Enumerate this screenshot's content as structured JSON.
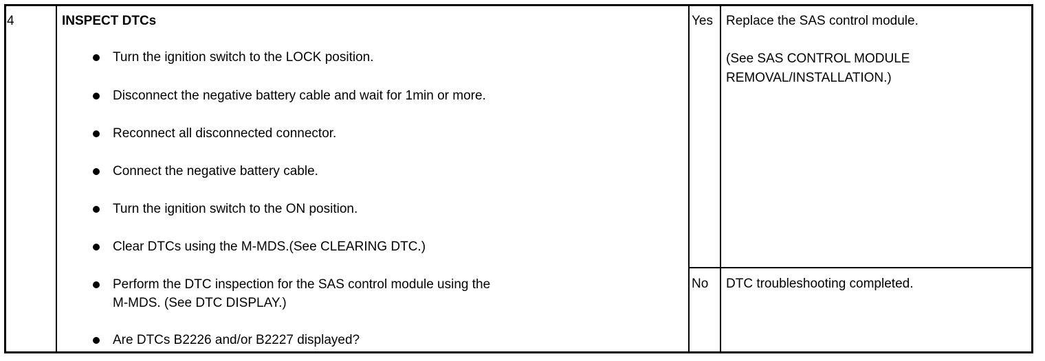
{
  "step": {
    "number": "4",
    "title": "INSPECT DTCs",
    "items": [
      "Turn the ignition switch to the LOCK position.",
      "Disconnect the negative battery cable and wait for 1min or more.",
      "Reconnect all disconnected connector.",
      "Connect the negative battery cable.",
      "Turn the ignition switch to the ON position.",
      "Clear DTCs using the M-MDS.(See CLEARING DTC.)",
      [
        "Perform the DTC inspection for the SAS control module using the",
        "M-MDS. (See DTC DISPLAY.)"
      ],
      "Are DTCs B2226 and/or B2227 displayed?"
    ]
  },
  "results": {
    "yes": {
      "label": "Yes",
      "action": "Replace the SAS control module.",
      "reference": [
        "(See SAS CONTROL MODULE",
        "REMOVAL/INSTALLATION.)"
      ]
    },
    "no": {
      "label": "No",
      "action": "DTC troubleshooting completed."
    }
  }
}
